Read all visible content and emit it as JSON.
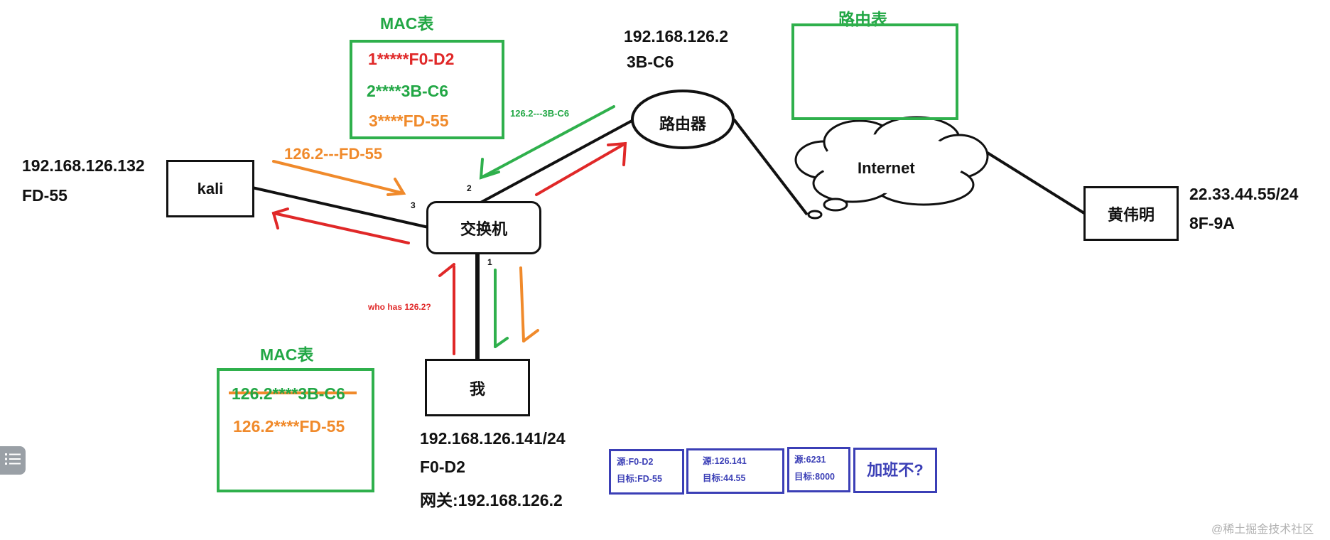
{
  "mac_table_top": {
    "title": "MAC表",
    "entries": [
      "1*****F0-D2",
      "2****3B-C6",
      "3****FD-55"
    ],
    "colors": [
      "#e02828",
      "#22a745",
      "#f08a2b"
    ]
  },
  "router_table": {
    "title": "路由表"
  },
  "router": {
    "label": "路由器",
    "ip": "192.168.126.2",
    "mac": "3B-C6"
  },
  "internet": {
    "label": "Internet"
  },
  "remote_host": {
    "label": "黄伟明",
    "ip": "22.33.44.55/24",
    "mac": "8F-9A"
  },
  "kali": {
    "label": "kali",
    "ip": "192.168.126.132",
    "mac": "FD-55"
  },
  "switch": {
    "label": "交换机",
    "port1": "1",
    "port2": "2",
    "port3": "3"
  },
  "me": {
    "label": "我",
    "ip": "192.168.126.141/24",
    "mac": "F0-D2",
    "gateway": "网关:192.168.126.2"
  },
  "arrows": {
    "router_reply": "126.2---3B-C6",
    "kali_spoof": "126.2---FD-55",
    "arp_request": "who has 126.2?"
  },
  "mac_table_bottom": {
    "title": "MAC表",
    "entries": [
      "126.2****3B-C6",
      "126.2****FD-55"
    ]
  },
  "packet": {
    "mac": [
      "源:F0-D2",
      "目标:FD-55"
    ],
    "ip": [
      "源:126.141",
      "目标:44.55"
    ],
    "port": [
      "源:6231",
      "目标:8000"
    ],
    "payload": "加班不?"
  },
  "watermark": "@稀土掘金技术社区"
}
